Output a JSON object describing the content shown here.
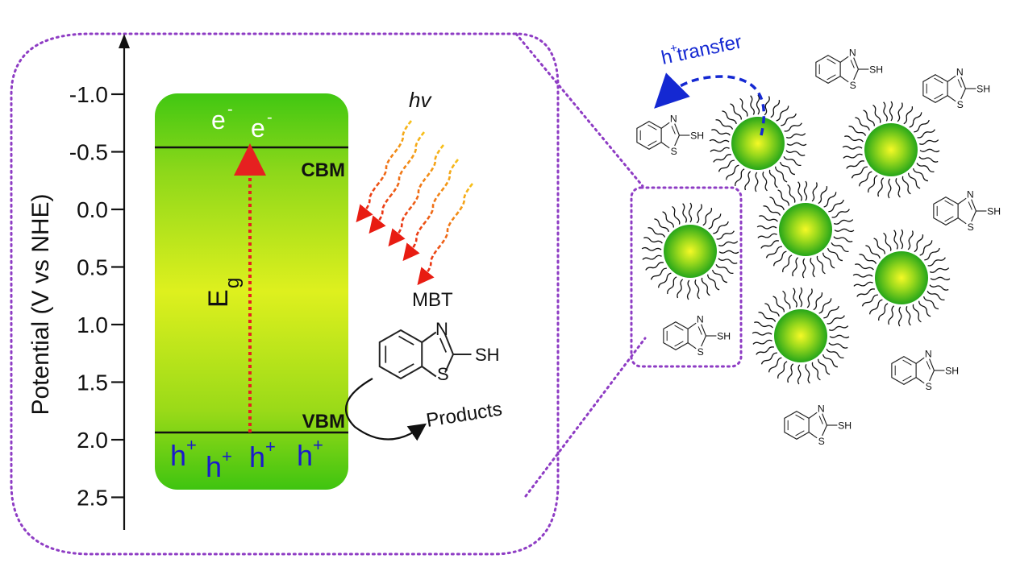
{
  "axis": {
    "label": "Potential (V vs NHE)",
    "ticks": [
      "-1.0",
      "-0.5",
      "0.0",
      "0.5",
      "1.0",
      "1.5",
      "2.0",
      "2.5"
    ]
  },
  "band": {
    "electron": "e",
    "electron_sup": "-",
    "hole": "h",
    "hole_sup": "+",
    "cbm_label": "CBM",
    "vbm_label": "VBM",
    "gap_label": "E",
    "gap_sub": "g"
  },
  "light": {
    "label": "hv"
  },
  "molecule": {
    "name": "MBT",
    "n_label": "N",
    "s_label": "S",
    "sh_label": "SH",
    "products_label": "Products"
  },
  "transfer": {
    "label_h": "h",
    "label_sup": "+",
    "label_rest": " transfer"
  },
  "colors": {
    "outline": "#8e3cc4",
    "green_dark": "#43c415",
    "green_light": "#e6f21a",
    "hole_blue": "#1a1acc",
    "transfer_blue": "#1428d2",
    "gap_arrow": "#e62020"
  }
}
